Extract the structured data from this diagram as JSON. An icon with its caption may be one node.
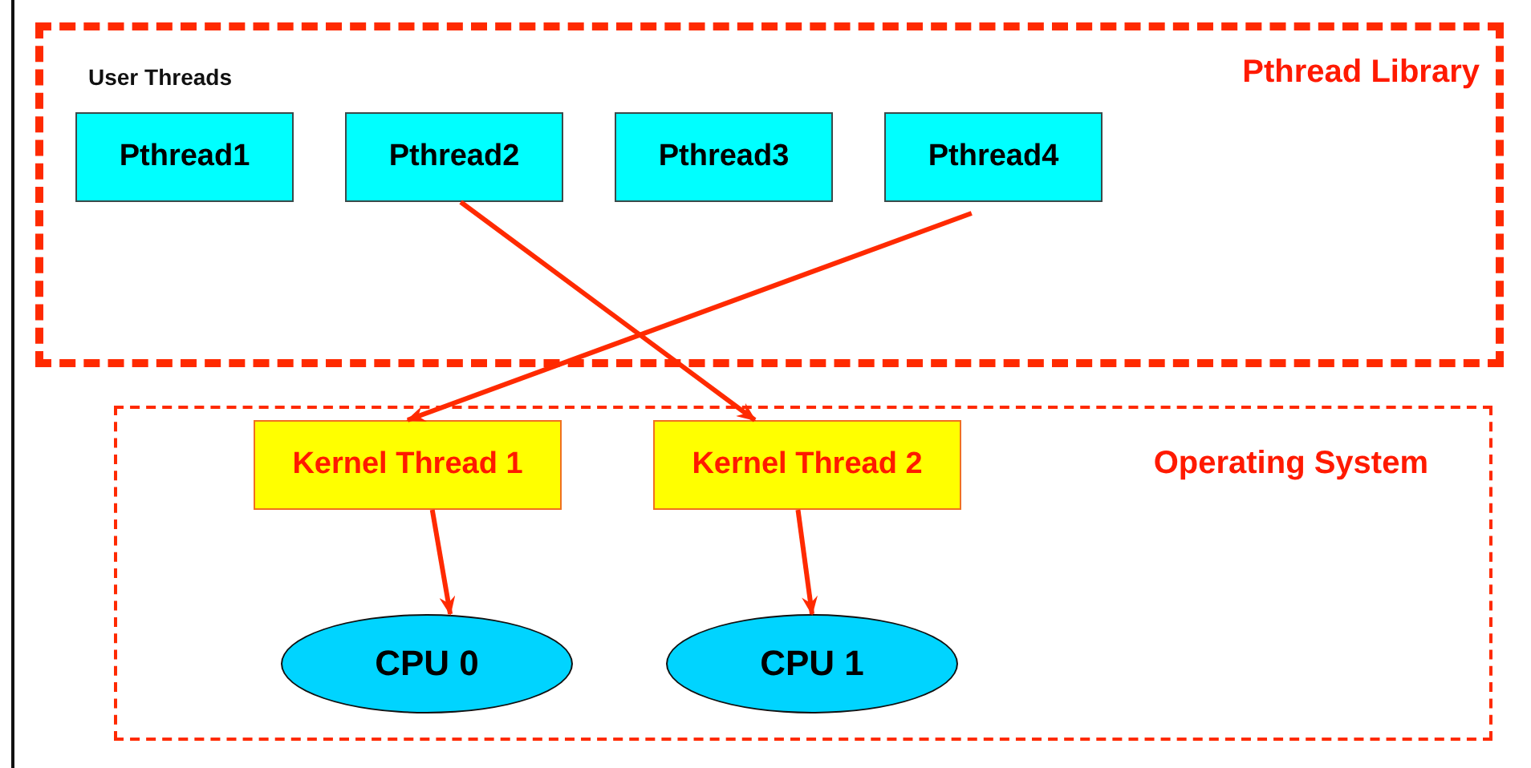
{
  "diagram": {
    "nodes": [
      {
        "text": [
          "Pthread Library"
        ]
      },
      {
        "text": [
          "Pthread1"
        ],
        "in": 0
      },
      {
        "text": [
          "Pthread2"
        ],
        "in": 0
      },
      {
        "text": [
          "Pthread3"
        ],
        "in": 0
      },
      {
        "text": [
          "Pthread4"
        ],
        "in": 0
      },
      {
        "text": [
          "Operating System"
        ]
      },
      {
        "text": [
          "Kernel Thread 1"
        ],
        "in": 5
      },
      {
        "text": [
          "Kernel Thread 2"
        ],
        "in": 5
      },
      {
        "text": [
          "CPU 0"
        ],
        "in": 5
      },
      {
        "text": [
          "CPU 1"
        ],
        "in": 5
      }
    ],
    "edges": [
      {
        "from": 2,
        "to": 7,
        "arrow": "to"
      },
      {
        "from": 4,
        "to": 6,
        "arrow": "to"
      },
      {
        "from": 6,
        "to": 8,
        "arrow": "to"
      },
      {
        "from": 7,
        "to": 9,
        "arrow": "to"
      }
    ],
    "labels": [
      "User Threads"
    ]
  }
}
